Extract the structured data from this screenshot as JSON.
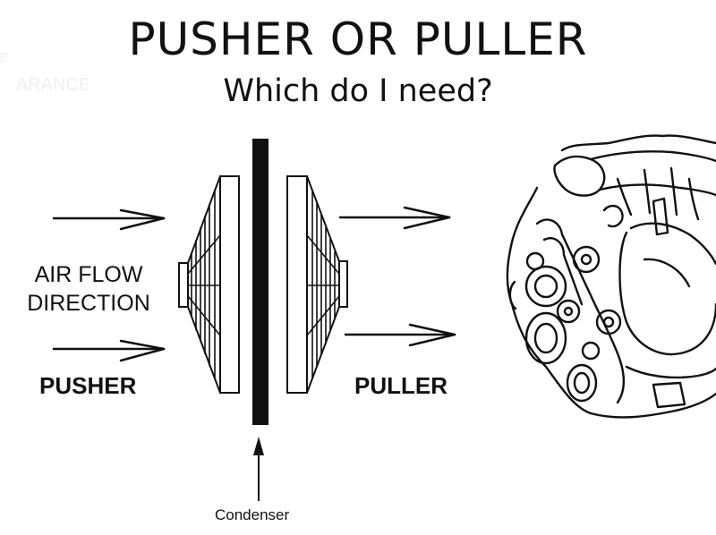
{
  "header": {
    "title": "PUSHER OR PULLER",
    "subtitle": "Which do I need?"
  },
  "watermark": {
    "text": "ARANCE",
    "partial_text": "E"
  },
  "labels": {
    "air_flow_line1": "AIR FLOW",
    "air_flow_line2": "DIRECTION",
    "pusher": "PUSHER",
    "puller": "PULLER",
    "condenser": "Condenser"
  },
  "icons": {
    "pusher_fan": "pusher-fan-icon",
    "puller_fan": "puller-fan-icon",
    "condenser": "condenser-bar-icon",
    "engine": "engine-illustration",
    "arrows": "arrow-right-icon"
  },
  "colors": {
    "ink": "#111111",
    "background": "#ffffff"
  }
}
